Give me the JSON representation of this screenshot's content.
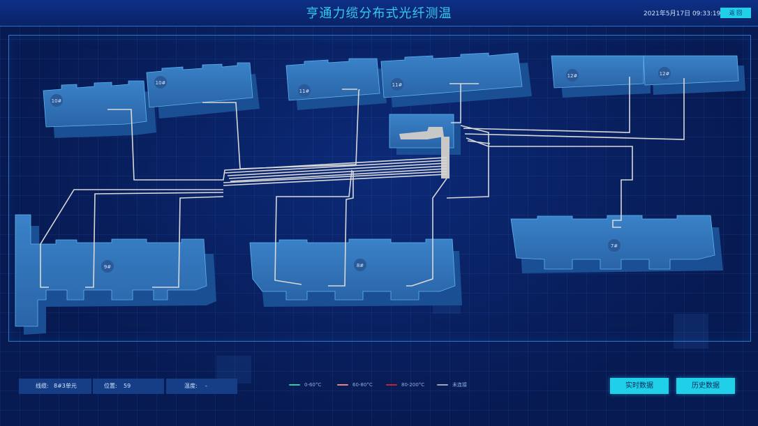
{
  "header": {
    "title": "亨通力缆分布式光纤测温",
    "datetime": "2021年5月17日 09:33:19",
    "back_label": "返 回"
  },
  "buildings": [
    {
      "id": "10a",
      "label": "10#"
    },
    {
      "id": "10b",
      "label": "10#"
    },
    {
      "id": "11a",
      "label": "11#"
    },
    {
      "id": "11b",
      "label": "11#"
    },
    {
      "id": "12a",
      "label": "12#"
    },
    {
      "id": "12b",
      "label": "12#"
    },
    {
      "id": "9",
      "label": "9#"
    },
    {
      "id": "8",
      "label": "8#"
    },
    {
      "id": "7",
      "label": "7#"
    }
  ],
  "info_bar": {
    "line": {
      "label": "线缆:",
      "value": "8#3单元"
    },
    "position": {
      "label": "位置:",
      "value": "59"
    },
    "temperature": {
      "label": "温度:",
      "value": "-"
    }
  },
  "legend": [
    {
      "label": "0-60°C",
      "color": "#2ecc9a"
    },
    {
      "label": "60-80°C",
      "color": "#e8837f"
    },
    {
      "label": "80-200°C",
      "color": "#c0262c"
    },
    {
      "label": "未连接",
      "color": "#9aa6b8"
    }
  ],
  "buttons": {
    "realtime_label": "实时数据",
    "history_label": "历史数据"
  },
  "colors": {
    "accent": "#1fd0e8",
    "title": "#36c8f0",
    "building_fill": "#2e6fb4",
    "cable": "#d8d8d8"
  }
}
